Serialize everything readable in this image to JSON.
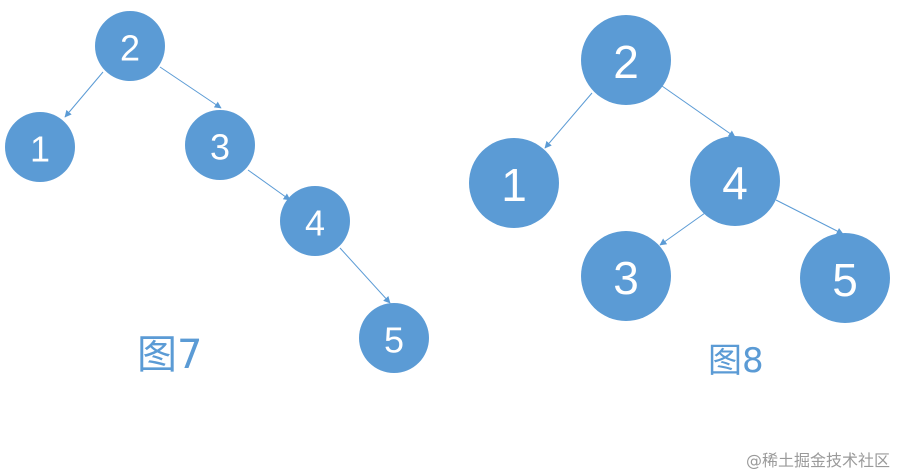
{
  "figure7": {
    "caption": "图7",
    "nodes": {
      "n2": "2",
      "n1": "1",
      "n3": "3",
      "n4": "4",
      "n5": "5"
    }
  },
  "figure8": {
    "caption": "图8",
    "nodes": {
      "n2": "2",
      "n1": "1",
      "n4": "4",
      "n3": "3",
      "n5": "5"
    }
  },
  "watermark": "@稀土掘金技术社区",
  "colors": {
    "node_fill": "#5b9bd5",
    "node_text": "#ffffff",
    "caption": "#5b9bd5",
    "watermark": "#9a9a9a"
  }
}
